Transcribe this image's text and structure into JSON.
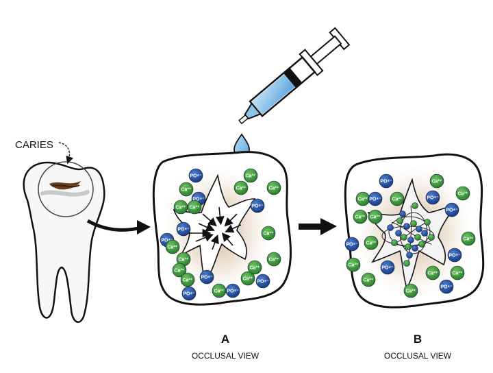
{
  "labels": {
    "caries": "CARIES",
    "panel_a_letter": "A",
    "panel_a_caption": "OCCLUSAL VIEW",
    "panel_b_letter": "B",
    "panel_b_caption": "OCCLUSAL VIEW"
  },
  "ions": {
    "phosphate": "PO⁴⁻",
    "calcium": "Ca²⁺"
  },
  "colors": {
    "phosphate": "#1f4fa8",
    "calcium": "#3a9a3a",
    "syringe_liquid": "#8fc4ea",
    "outline": "#111111",
    "cavity_shadow": "#d8c2a6"
  },
  "icons": [
    "tooth-icon",
    "syringe-icon",
    "droplet-icon",
    "arrow-icon"
  ]
}
